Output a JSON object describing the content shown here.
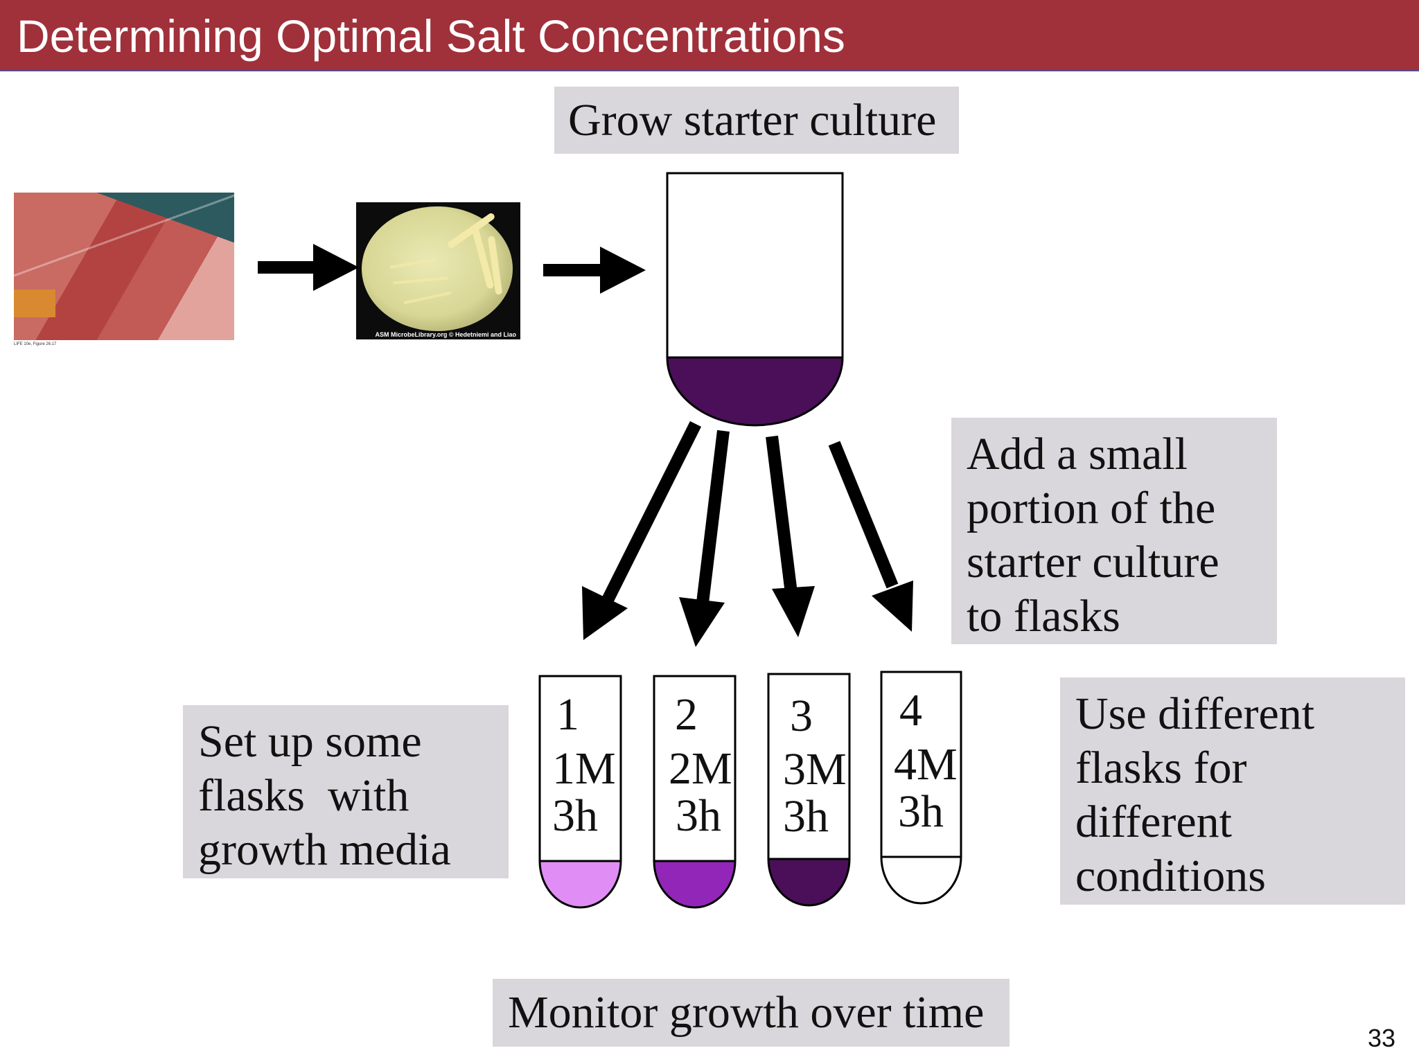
{
  "slide": {
    "title": "Determining Optimal Salt Concentrations",
    "page_number": "33"
  },
  "boxes": {
    "grow": [
      "Grow starter culture"
    ],
    "add": [
      "Add a small",
      "portion of the",
      "starter culture",
      "to flasks"
    ],
    "setup": [
      "Set up some",
      "flasks  with",
      "growth media"
    ],
    "use": [
      "Use different",
      "flasks for",
      "different",
      "conditions"
    ],
    "monitor": [
      "Monitor growth over time"
    ]
  },
  "images": {
    "salt_ponds_caption": "LIFE 10e, Figure 26.17",
    "plate_caption": "ASM MicrobeLibrary.org © Hedetniemi and Liao"
  },
  "starter_flask": {
    "color": "#4a0f58"
  },
  "flasks": [
    {
      "number": "1",
      "concentration": "1M",
      "time": "3h",
      "color": "#e08ef5"
    },
    {
      "number": "2",
      "concentration": "2M",
      "time": "3h",
      "color": "#9226b8"
    },
    {
      "number": "3",
      "concentration": "3M",
      "time": "3h",
      "color": "#4a0f58"
    },
    {
      "number": "4",
      "concentration": "4M",
      "time": "3h",
      "color": "#ffffff"
    }
  ]
}
